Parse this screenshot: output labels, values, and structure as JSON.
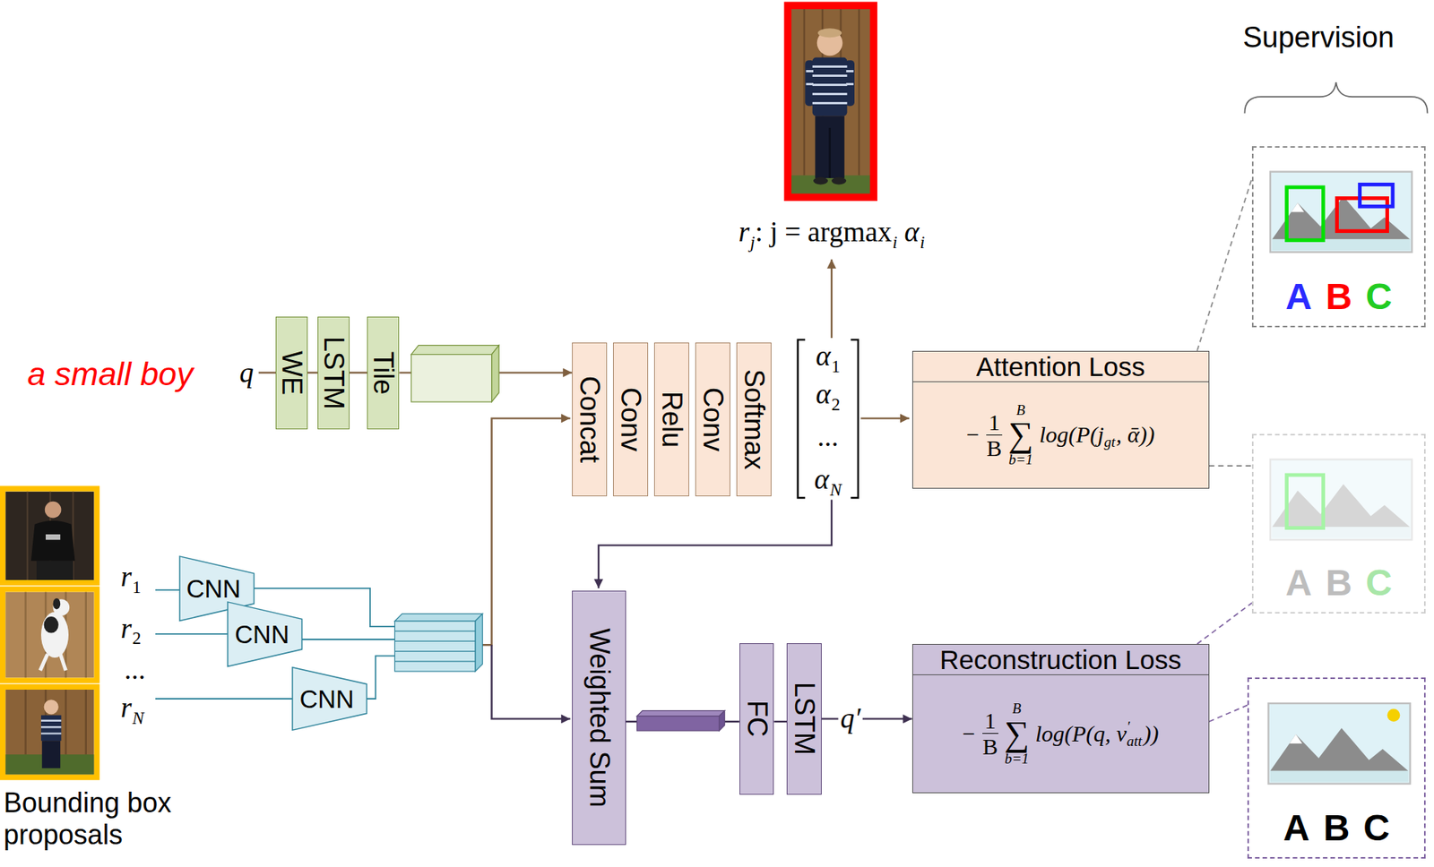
{
  "diagram": {
    "nodes": [
      {
        "text": [
          "WE"
        ]
      },
      {
        "text": [
          "LSTM"
        ]
      },
      {
        "text": [
          "Tile"
        ]
      },
      {
        "text": [
          "Concat"
        ]
      },
      {
        "text": [
          "Conv"
        ]
      },
      {
        "text": [
          "Relu"
        ]
      },
      {
        "text": [
          "Conv"
        ]
      },
      {
        "text": [
          "Softmax"
        ]
      },
      {
        "text": [
          "Attention Loss",
          "−",
          "1",
          "B",
          "B",
          "∑",
          "b=1",
          "log(P(j",
          "gt",
          ", ᾱ))"
        ]
      },
      {
        "text": [
          "CNN"
        ]
      },
      {
        "text": [
          "CNN"
        ]
      },
      {
        "text": [
          "CNN"
        ]
      },
      {
        "text": [
          "Weighted Sum"
        ]
      },
      {
        "text": [
          "FC"
        ]
      },
      {
        "text": [
          "LSTM"
        ]
      },
      {
        "text": [
          "Reconstruction Loss",
          "−",
          "1",
          "B",
          "B",
          "∑",
          "b=1",
          "log(P(q, v",
          "′",
          "att",
          "))"
        ]
      },
      {
        "text": [
          "A",
          "B",
          "C"
        ]
      },
      {
        "text": [
          "A",
          "B",
          "C"
        ]
      },
      {
        "text": [
          "A",
          "B",
          "C"
        ]
      }
    ],
    "edges": [
      {
        "from": 0,
        "to": 1,
        "arrow": "none"
      },
      {
        "from": 1,
        "to": 2,
        "arrow": "none"
      },
      {
        "from": 2,
        "to": 3,
        "arrow": "to"
      },
      {
        "from": 12,
        "to": 13,
        "arrow": "none"
      },
      {
        "from": 13,
        "to": 14,
        "arrow": "none"
      },
      {
        "from": 14,
        "to": 15,
        "label": "q′",
        "arrow": "to"
      },
      {
        "from": 8,
        "to": 16,
        "arrow": "none"
      },
      {
        "from": 8,
        "to": 17,
        "arrow": "none"
      },
      {
        "from": 15,
        "to": 17,
        "arrow": "none"
      },
      {
        "from": 15,
        "to": 18,
        "arrow": "none"
      }
    ],
    "labels": [
      "a small boy",
      "q",
      "r",
      "j",
      ": j = argmax",
      "i",
      "α",
      "i",
      "α",
      "1",
      "α",
      "2",
      "...",
      "α",
      "N",
      "r",
      "1",
      "r",
      "2",
      "...",
      "r",
      "N",
      "Bounding box proposals",
      "Supervision"
    ]
  }
}
